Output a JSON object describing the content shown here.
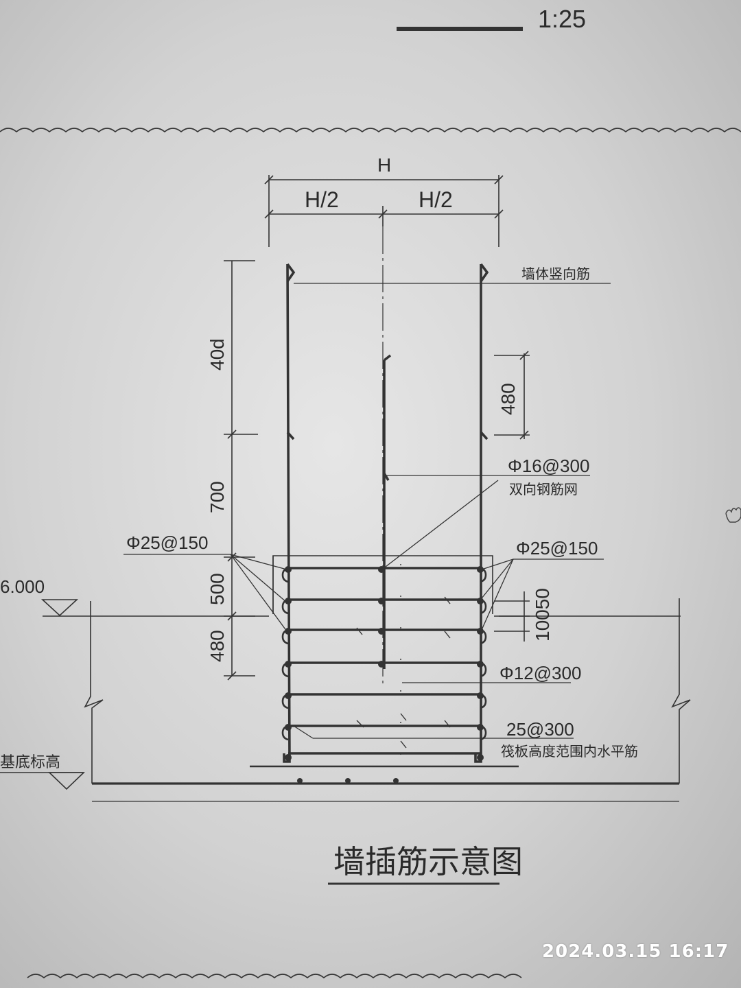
{
  "drawing": {
    "scale_label": "1:25",
    "title": "墙插筋示意图",
    "top_dimensions": {
      "full": "H",
      "left_half": "H/2",
      "right_half": "H/2"
    },
    "left_dimensions": [
      "40d",
      "700",
      "500",
      "480"
    ],
    "right_dimensions": [
      "480",
      "10050"
    ],
    "annotations": {
      "wall_vertical_bar": "墙体竖向筋",
      "mesh_spec": "Φ16@300",
      "mesh_desc": "双向钢筋网",
      "left_bar_spec": "Φ25@150",
      "right_bar_spec": "Φ25@150",
      "tie_spec": "Φ12@300",
      "raft_bar_spec": "25@300",
      "raft_bar_desc": "筏板高度范围内水平筋"
    },
    "elevations": {
      "top_level": "6.000",
      "base_level": "基底标高"
    }
  },
  "photo": {
    "timestamp": "2024.03.15   16:17"
  }
}
